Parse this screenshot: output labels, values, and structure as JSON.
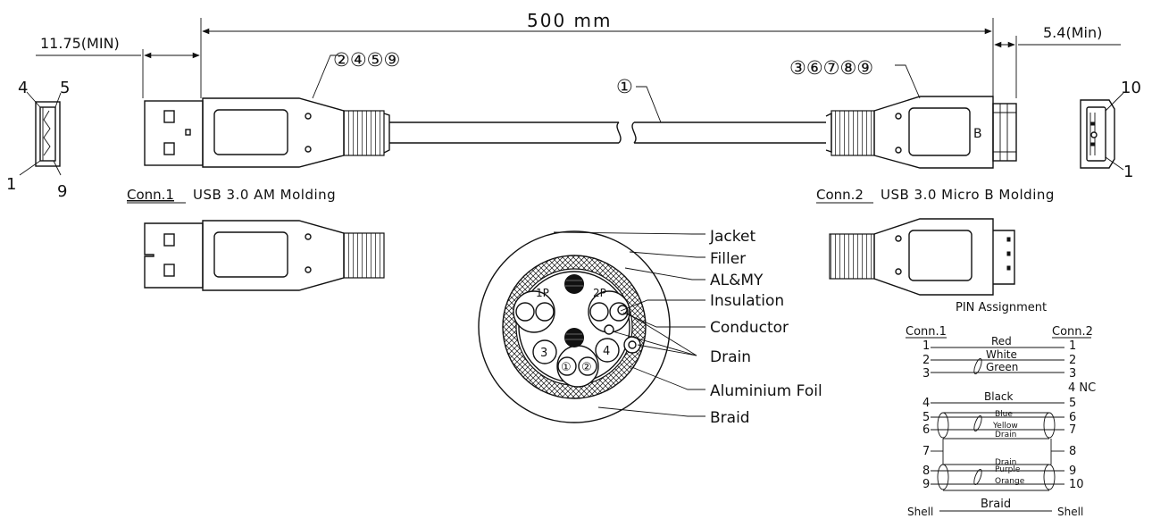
{
  "dimensions": {
    "length": "500 mm",
    "left_min": "11.75(MIN)",
    "right_min": "5.4(Min)"
  },
  "callouts": {
    "left": "②④⑤⑨",
    "cable": "①",
    "right": "③⑥⑦⑧⑨"
  },
  "connectors": {
    "conn1": {
      "id": "Conn.1",
      "desc": "USB 3.0 AM Molding"
    },
    "conn2": {
      "id": "Conn.2",
      "desc": "USB 3.0 Micro B Molding"
    },
    "micro_b_mark": "B"
  },
  "left_face_pins": {
    "top_left": "4",
    "top_right": "5",
    "bottom_left": "1",
    "bottom_right": "9"
  },
  "right_face_pins": {
    "top": "10",
    "bottom": "1"
  },
  "cross_section": {
    "pair_labels": [
      "1P",
      "2P",
      "3",
      "4",
      "①",
      "②"
    ],
    "labels": {
      "jacket": "Jacket",
      "filler": "Filler",
      "almy": "AL&MY",
      "insulation": "Insulation",
      "conductor": "Conductor",
      "drain": "Drain",
      "foil": "Aluminium Foil",
      "braid": "Braid"
    }
  },
  "pin_assignment": {
    "title": "PIN Assignment",
    "left_header": "Conn.1",
    "right_header": "Conn.2",
    "nc_label": "4 NC",
    "rows": [
      {
        "left": "1",
        "right": "1",
        "wire": "Red"
      },
      {
        "left": "2",
        "right": "2",
        "wire": "White"
      },
      {
        "left": "3",
        "right": "3",
        "wire": "Green"
      },
      {
        "left": "4",
        "right": "5",
        "wire": "Black"
      },
      {
        "left": "5",
        "right": "6",
        "wire": "Blue"
      },
      {
        "left": "6",
        "right": "7",
        "wire": "Yellow"
      },
      {
        "left": "",
        "right": "",
        "wire": "Drain"
      },
      {
        "left": "7",
        "right": "8",
        "wire": "Drain"
      },
      {
        "left": "8",
        "right": "9",
        "wire": "Purple"
      },
      {
        "left": "9",
        "right": "10",
        "wire": "Orange"
      },
      {
        "left": "Shell",
        "right": "Shell",
        "wire": "Braid"
      }
    ]
  }
}
